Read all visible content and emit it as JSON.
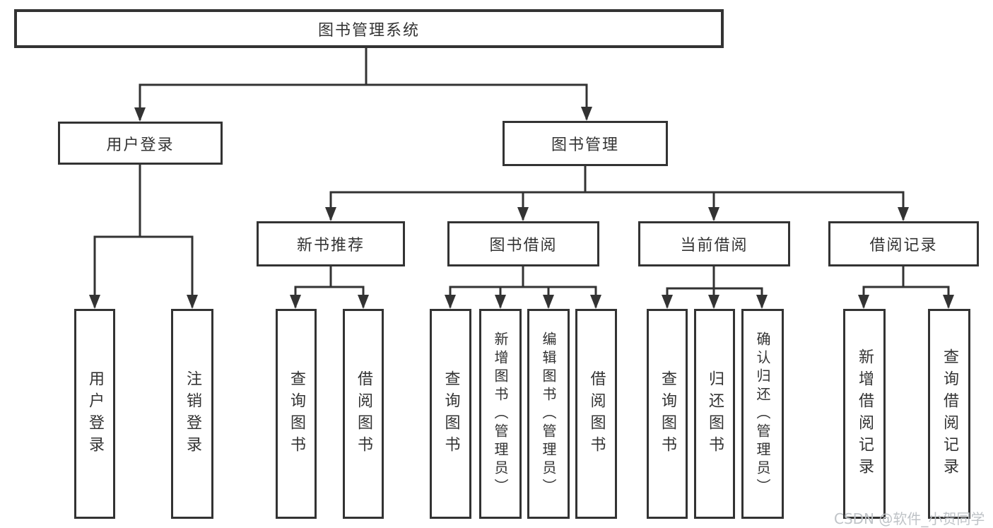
{
  "diagram_title": "图书管理系统",
  "tree": {
    "label": "图书管理系统",
    "children": [
      {
        "label": "用户登录",
        "children": [
          {
            "label": "用户登录"
          },
          {
            "label": "注销登录"
          }
        ]
      },
      {
        "label": "图书管理",
        "children": [
          {
            "label": "新书推荐",
            "children": [
              {
                "label": "查询图书"
              },
              {
                "label": "借阅图书"
              }
            ]
          },
          {
            "label": "图书借阅",
            "children": [
              {
                "label": "查询图书"
              },
              {
                "label": "新增图书（管理员）"
              },
              {
                "label": "编辑图书（管理员）"
              },
              {
                "label": "借阅图书"
              }
            ]
          },
          {
            "label": "当前借阅",
            "children": [
              {
                "label": "查询图书"
              },
              {
                "label": "归还图书"
              },
              {
                "label": "确认归还（管理员）"
              }
            ]
          },
          {
            "label": "借阅记录",
            "children": [
              {
                "label": "新增借阅记录"
              },
              {
                "label": "查询借阅记录"
              }
            ]
          }
        ]
      }
    ]
  },
  "watermark": {
    "text": "CSDN @软件_小贺同学"
  },
  "colors": {
    "line": "#333333",
    "text": "#333333",
    "background": "#ffffff",
    "watermark": "#bfc3c7"
  }
}
